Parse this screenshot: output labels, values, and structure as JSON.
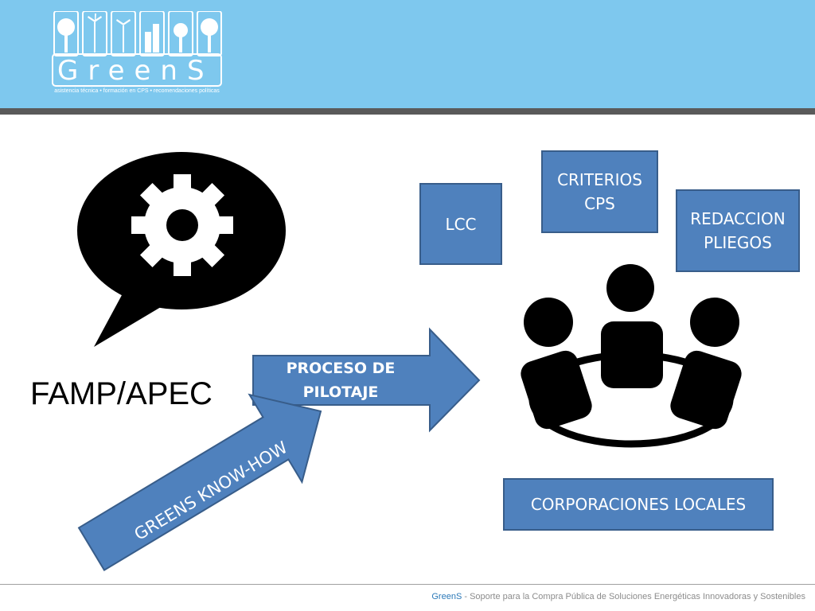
{
  "header": {
    "logo": {
      "wordmark": "GreenS",
      "tagline": "asistencia técnica • formación en CPS • recomendaciones políticas"
    }
  },
  "diagram": {
    "speaker_label": "FAMP/APEC",
    "boxes": {
      "lcc": "LCC",
      "criterios": "CRITERIOS\nCPS",
      "redaccion": "REDACCION\nPLIEGOS",
      "corporaciones": "CORPORACIONES LOCALES"
    },
    "arrows": {
      "proceso": "PROCESO DE\nPILOTAJE",
      "knowhow": "GREENS KNOW-HOW"
    },
    "icons": [
      "speech-bubble-gear-icon",
      "group-meeting-icon"
    ]
  },
  "footer": {
    "brand": "GreenS",
    "text": " - Soporte para la Compra Pública  de Soluciones Energéticas  Innovadoras y Sostenibles"
  },
  "colors": {
    "header": "#7ec8ee",
    "box_fill": "#4f81bd",
    "box_border": "#385d8a"
  }
}
